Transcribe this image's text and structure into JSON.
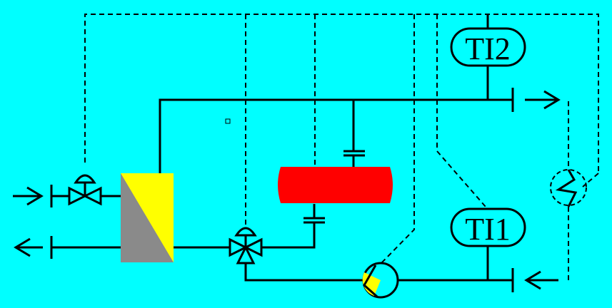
{
  "diagram": {
    "instruments": [
      {
        "id": "ti1",
        "label": "TI1"
      },
      {
        "id": "ti2",
        "label": "TI2"
      }
    ],
    "colors": {
      "background": "#00FFFF",
      "line": "#000000",
      "tank": "#FF0000",
      "exchanger_gray": "#8A8A8A",
      "exchanger_yellow": "#FFFF00",
      "pump_fill": "#FFFF00"
    },
    "icons": [
      "three-way-valve-icon",
      "control-valve-icon",
      "circulation-pump-icon",
      "heat-exchanger-icon",
      "expansion-tank-icon"
    ]
  }
}
